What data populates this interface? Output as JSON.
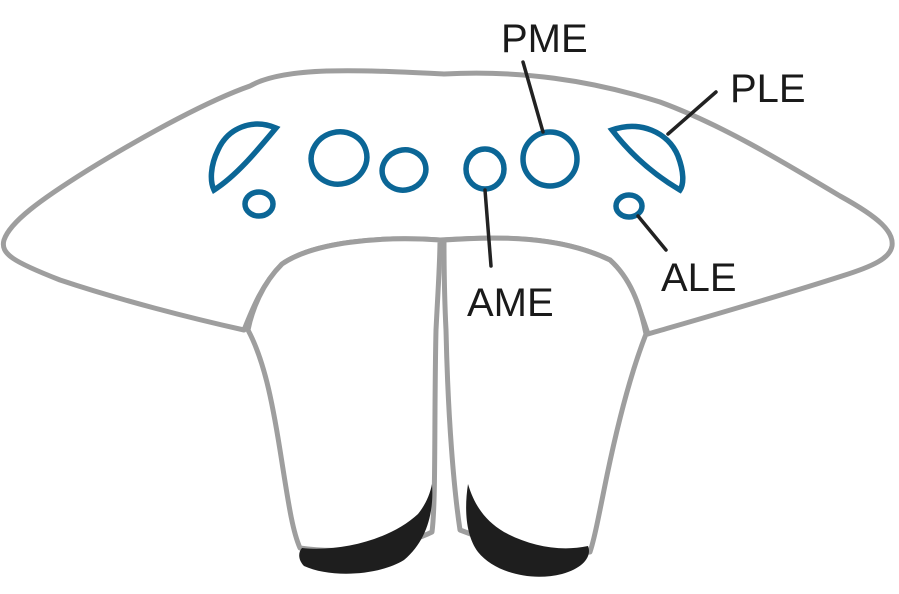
{
  "labels": {
    "pme": "PME",
    "ple": "PLE",
    "ame": "AME",
    "ale": "ALE"
  },
  "colors": {
    "eye_stroke": "#0b6696",
    "outline": "#9e9e9e",
    "fang": "#1e1e1e",
    "leader": "#222222"
  }
}
